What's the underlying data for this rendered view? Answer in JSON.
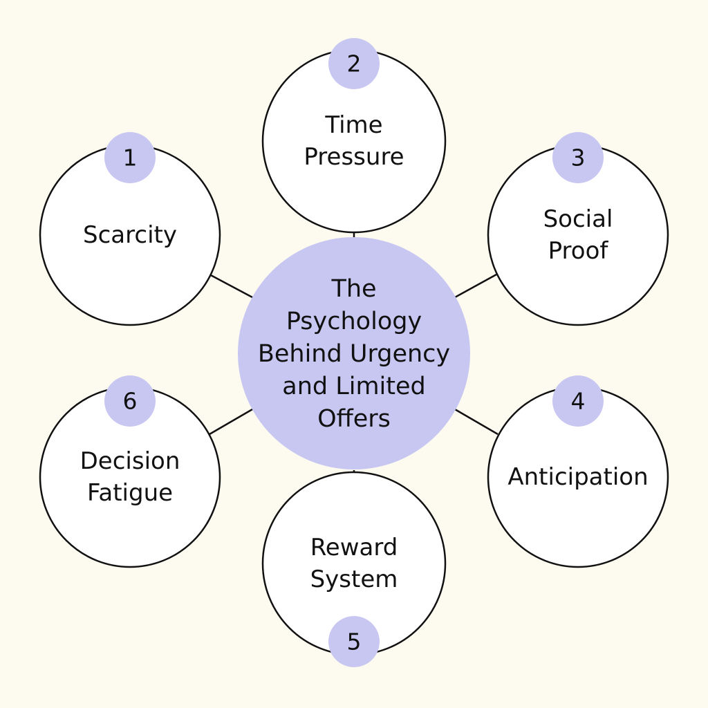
{
  "colors": {
    "background": "#fdfaf0",
    "center_fill": "#c7c7f2",
    "badge_fill": "#c7c7f2",
    "node_fill": "#ffffff",
    "stroke": "#111111"
  },
  "center": {
    "lines": [
      "The",
      "Psychology",
      "Behind Urgency",
      "and Limited",
      "Offers"
    ]
  },
  "nodes": [
    {
      "number": "1",
      "lines": [
        "Scarcity"
      ]
    },
    {
      "number": "2",
      "lines": [
        "Time",
        "Pressure"
      ]
    },
    {
      "number": "3",
      "lines": [
        "Social",
        "Proof"
      ]
    },
    {
      "number": "4",
      "lines": [
        "Anticipation"
      ]
    },
    {
      "number": "5",
      "lines": [
        "Reward",
        "System"
      ]
    },
    {
      "number": "6",
      "lines": [
        "Decision",
        "Fatigue"
      ]
    }
  ]
}
